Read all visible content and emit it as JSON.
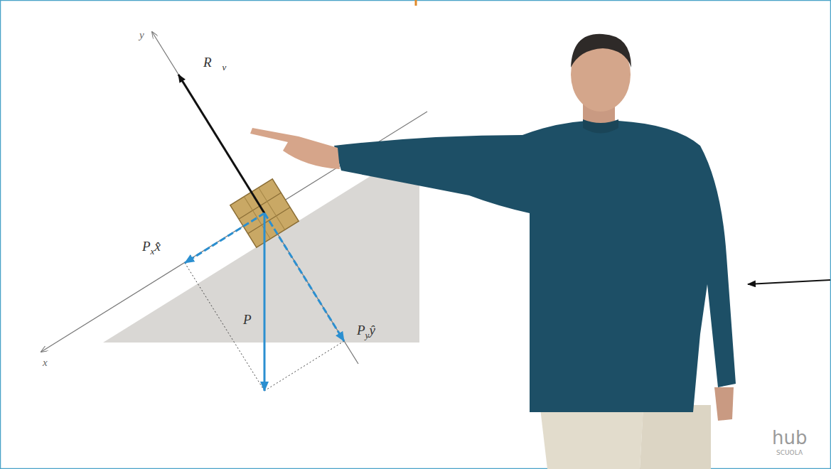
{
  "diagram": {
    "labels": [
      "y",
      "x",
      "R⃗",
      "v",
      "P⃗",
      "P",
      "x",
      "x̂",
      "P",
      "y",
      "ŷ",
      "hub",
      "SCUOLA"
    ]
  }
}
